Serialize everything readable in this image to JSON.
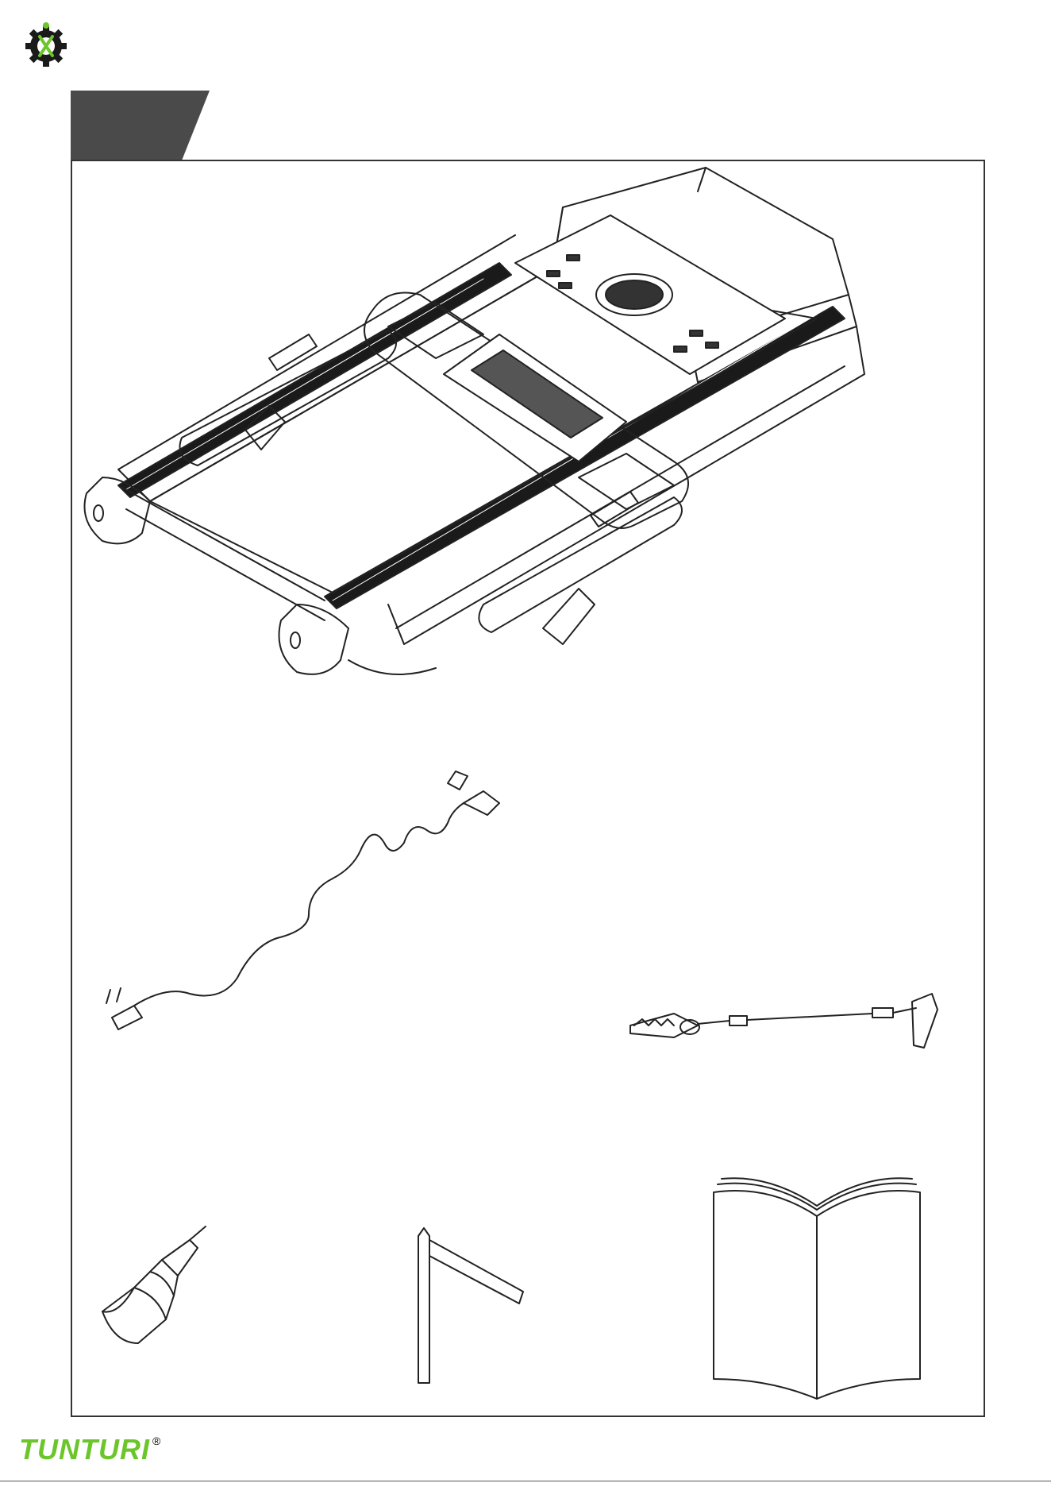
{
  "header": {
    "logo_icon": "gear-wrench-icon",
    "tab_color": "#4a4a4a",
    "tab_label": ""
  },
  "footer": {
    "brand_name": "TUNTURI",
    "brand_mark": "®",
    "brand_color": "#6cc62b"
  },
  "parts": [
    {
      "id": "treadmill",
      "icon": "treadmill-drawing"
    },
    {
      "id": "power-cord",
      "icon": "power-cord-drawing"
    },
    {
      "id": "safety-key",
      "icon": "safety-key-clip-drawing"
    },
    {
      "id": "lubricant",
      "icon": "lubricant-bottle-drawing"
    },
    {
      "id": "hex-key",
      "icon": "allen-key-drawing"
    },
    {
      "id": "manual",
      "icon": "user-manual-drawing"
    }
  ]
}
